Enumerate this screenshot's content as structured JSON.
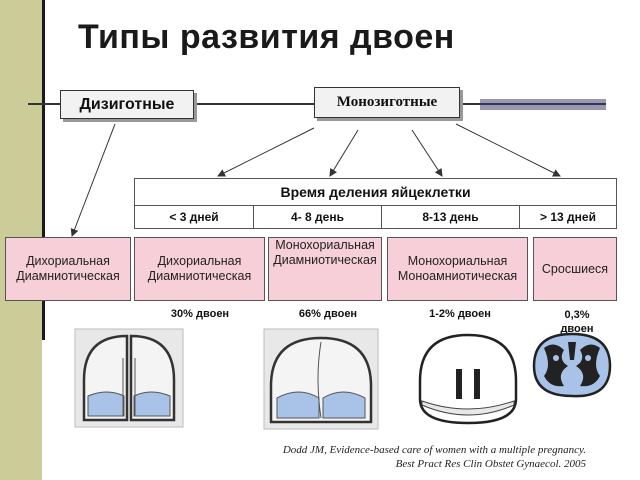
{
  "title": "Типы развития двоен",
  "types": {
    "dizygotic": "Дизиготные",
    "monozygotic": "Монозиготные"
  },
  "table": {
    "header": "Время деления яйцеклетки",
    "times": [
      "< 3 дней",
      "4- 8 день",
      "8-13 день",
      "> 13 дней"
    ]
  },
  "categories": [
    "Дихориальная Диамниотическая",
    "Дихориальная Диамниотическая",
    "Монохориальная Диамниотическая",
    "Монохориальная Моноамниотическая",
    "Сросшиеся"
  ],
  "frequencies": [
    "30% двоен",
    "66% двоен",
    "1-2% двоен",
    "0,3% двоен"
  ],
  "citation": {
    "line1": "Dodd JM, Evidence-based care of women with a multiple pregnancy.",
    "line2": "Best Pract Res Clin Obstet Gynaecol. 2005"
  },
  "colors": {
    "sidebar": "#cccc99",
    "pink_box": "#f7cfd9",
    "membrane_blue": "#a9c3e8"
  }
}
